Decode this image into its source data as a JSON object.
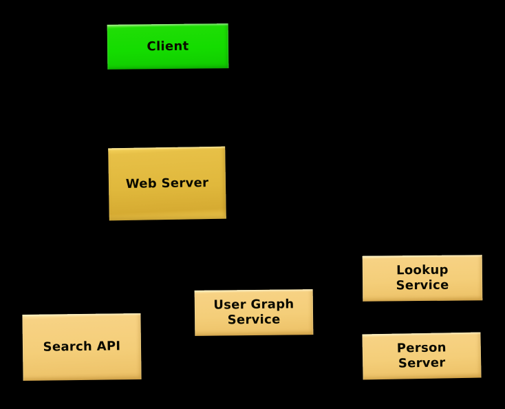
{
  "diagram": {
    "background_color": "#000000",
    "node_colors": {
      "client_green": "#14DC00",
      "web_server_gold": "#E0B83C",
      "service_tan": "#F4CE79",
      "label_text": "#000000"
    },
    "nodes": [
      {
        "id": "client",
        "label": "Client"
      },
      {
        "id": "web-server",
        "label": "Web Server"
      },
      {
        "id": "search-api",
        "label": "Search API"
      },
      {
        "id": "user-graph-service",
        "label": "User Graph\nService"
      },
      {
        "id": "lookup-service",
        "label": "Lookup\nService"
      },
      {
        "id": "person-server",
        "label": "Person\nServer"
      }
    ]
  }
}
